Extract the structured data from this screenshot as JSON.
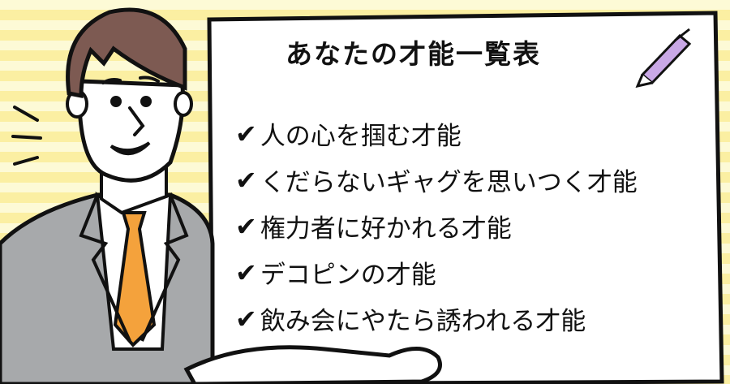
{
  "title": "あなたの才能一覧表",
  "check_icon": "✔",
  "items": [
    "人の心を掴む才能",
    "くだらないギャグを思いつく才能",
    "権力者に好かれる才能",
    "デコピンの才能",
    "飲み会にやたら誘われる才能"
  ],
  "colors": {
    "stripe_light": "#fdfad6",
    "stripe_yellow": "#fbefa2",
    "hair": "#7d5a52",
    "suit": "#a7a9ab",
    "tie": "#f4a23c",
    "pen": "#c9a8e6"
  }
}
